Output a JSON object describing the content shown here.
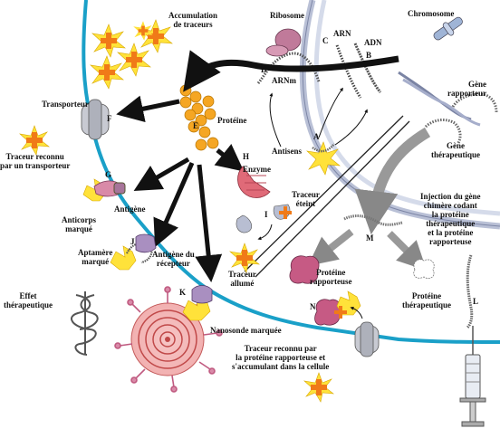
{
  "labels": {
    "accumulation": "Accumulation\nde traceurs",
    "ribosome": "Ribosome",
    "arn": "ARN",
    "adn": "ADN",
    "chromosome": "Chromosome",
    "arnm": "ARNm",
    "transporteur": "Transporteur",
    "proteine": "Protéine",
    "gene_rapporteur": "Gène\nrapporteur",
    "antisens": "Antisens",
    "gene_therapeutique": "Gène\nthérapeutique",
    "traceur_reconnu_transporteur": "Traceur reconnu\npar un transporteur",
    "enzyme": "Enzyme",
    "traceur_eteint": "Traceur\néteint",
    "injection": "Injection du gène\nchimère codant\nla protéine\nthérapeutique\net la protéine\nrapporteuse",
    "anticorps_marque": "Anticorps\nmarqué",
    "antigene": "Antigène",
    "aptamere_marque": "Aptamère\nmarqué",
    "antigene_recepteur": "Antigène du\nrécepteur",
    "traceur_allume": "Traceur\nallumé",
    "proteine_rapporteuse": "Protéine\nrapporteuse",
    "proteine_therapeutique": "Protéine\nthérapeutique",
    "effet_therapeutique": "Effet\nthérapeutique",
    "nanosonde_marquee": "Nanosonde marquée",
    "traceur_reconnu_proteine": "Traceur reconnu par\nla protéine rapporteuse et\ns'accumulant dans la cellule"
  },
  "letters": {
    "a": "A",
    "b": "B",
    "c": "C",
    "d": "D",
    "e": "E",
    "f": "F",
    "g": "G",
    "h": "H",
    "i": "I",
    "j": "J",
    "k": "K",
    "l": "L",
    "m": "M",
    "n": "N"
  },
  "colors": {
    "membrane": "#1aa0c8",
    "nucleus": "#c9cfe0",
    "tracer": "#f07a18",
    "glow": "#ffe23a",
    "protein": "#f5a623",
    "enzyme": "#e06a78",
    "antibody": "#d98aa8",
    "arrow": "#111111",
    "grey_arrow": "#8a8a8a"
  }
}
